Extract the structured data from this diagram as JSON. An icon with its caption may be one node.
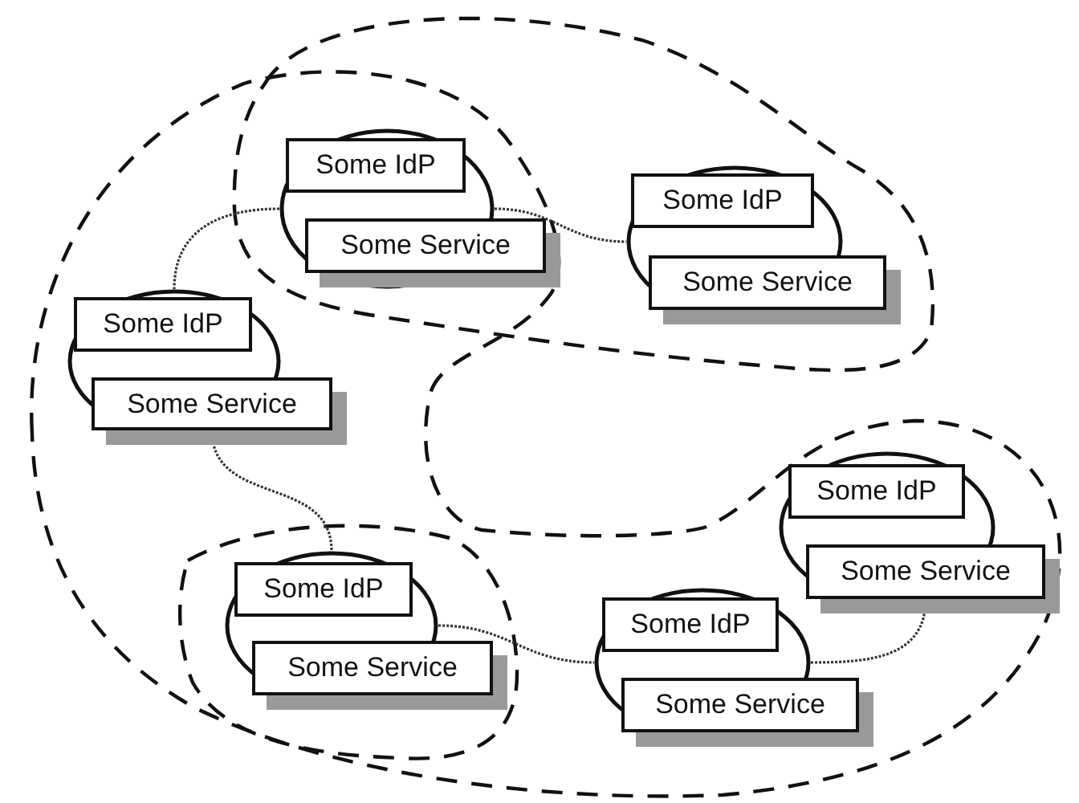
{
  "diagram": {
    "nodes": [
      {
        "text": [],
        "shape": "ellipse"
      },
      {
        "text": [
          "Some IdP"
        ],
        "in": 0
      },
      {
        "text": [
          "Some Service"
        ]
      },
      {
        "text": [],
        "shape": "ellipse"
      },
      {
        "text": [
          "Some IdP"
        ],
        "in": 3
      },
      {
        "text": [
          "Some Service"
        ]
      },
      {
        "text": [],
        "shape": "ellipse"
      },
      {
        "text": [
          "Some IdP"
        ],
        "in": 6
      },
      {
        "text": [
          "Some Service"
        ]
      },
      {
        "text": [],
        "shape": "ellipse"
      },
      {
        "text": [
          "Some IdP"
        ],
        "in": 9
      },
      {
        "text": [
          "Some Service"
        ]
      },
      {
        "text": [],
        "shape": "ellipse"
      },
      {
        "text": [
          "Some IdP"
        ],
        "in": 12
      },
      {
        "text": [
          "Some Service"
        ]
      },
      {
        "text": [],
        "shape": "ellipse"
      },
      {
        "text": [
          "Some IdP"
        ],
        "in": 15
      },
      {
        "text": [
          "Some Service"
        ]
      }
    ],
    "edges": [
      {
        "from": 0,
        "to": 3,
        "arrow": "none"
      },
      {
        "from": 0,
        "to": 6,
        "arrow": "none"
      },
      {
        "from": 8,
        "to": 12,
        "arrow": "none"
      },
      {
        "from": 12,
        "to": 15,
        "arrow": "none"
      },
      {
        "from": 15,
        "to": 11,
        "arrow": "none"
      }
    ]
  }
}
